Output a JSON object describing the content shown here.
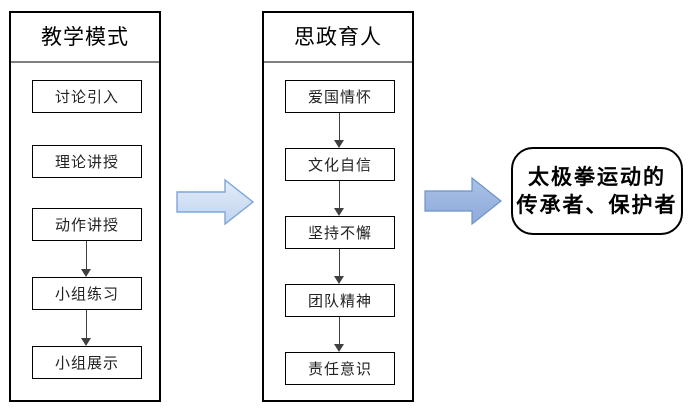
{
  "diagram": {
    "type": "flow-diagram",
    "background_color": "#ffffff",
    "panels": [
      {
        "id": "teaching-mode",
        "title": "教学模式",
        "steps": [
          {
            "label": "讨论引入",
            "arrow_after": false
          },
          {
            "label": "理论讲授",
            "arrow_after": false
          },
          {
            "label": "动作讲授",
            "arrow_after": true
          },
          {
            "label": "小组练习",
            "arrow_after": true
          },
          {
            "label": "小组展示",
            "arrow_after": false
          }
        ]
      },
      {
        "id": "ideological-education",
        "title": "思政育人",
        "steps": [
          {
            "label": "爱国情怀",
            "arrow_after": true
          },
          {
            "label": "文化自信",
            "arrow_after": true
          },
          {
            "label": "坚持不懈",
            "arrow_after": true
          },
          {
            "label": "团队精神",
            "arrow_after": true
          },
          {
            "label": "责任意识",
            "arrow_after": false
          }
        ]
      }
    ],
    "connectors": [
      {
        "id": "arrow-one",
        "fill_top": "#E4EDF9",
        "fill_bottom": "#BFD3EE",
        "stroke": "#7EA6DA"
      },
      {
        "id": "arrow-two",
        "fill_top": "#A9C2E6",
        "fill_bottom": "#8FAADC",
        "stroke": "#6E93C8"
      }
    ],
    "outcome": {
      "line1": "太极拳运动的",
      "line2": "传承者、保护者",
      "border_color": "#000000",
      "text_color": "#000000"
    }
  }
}
